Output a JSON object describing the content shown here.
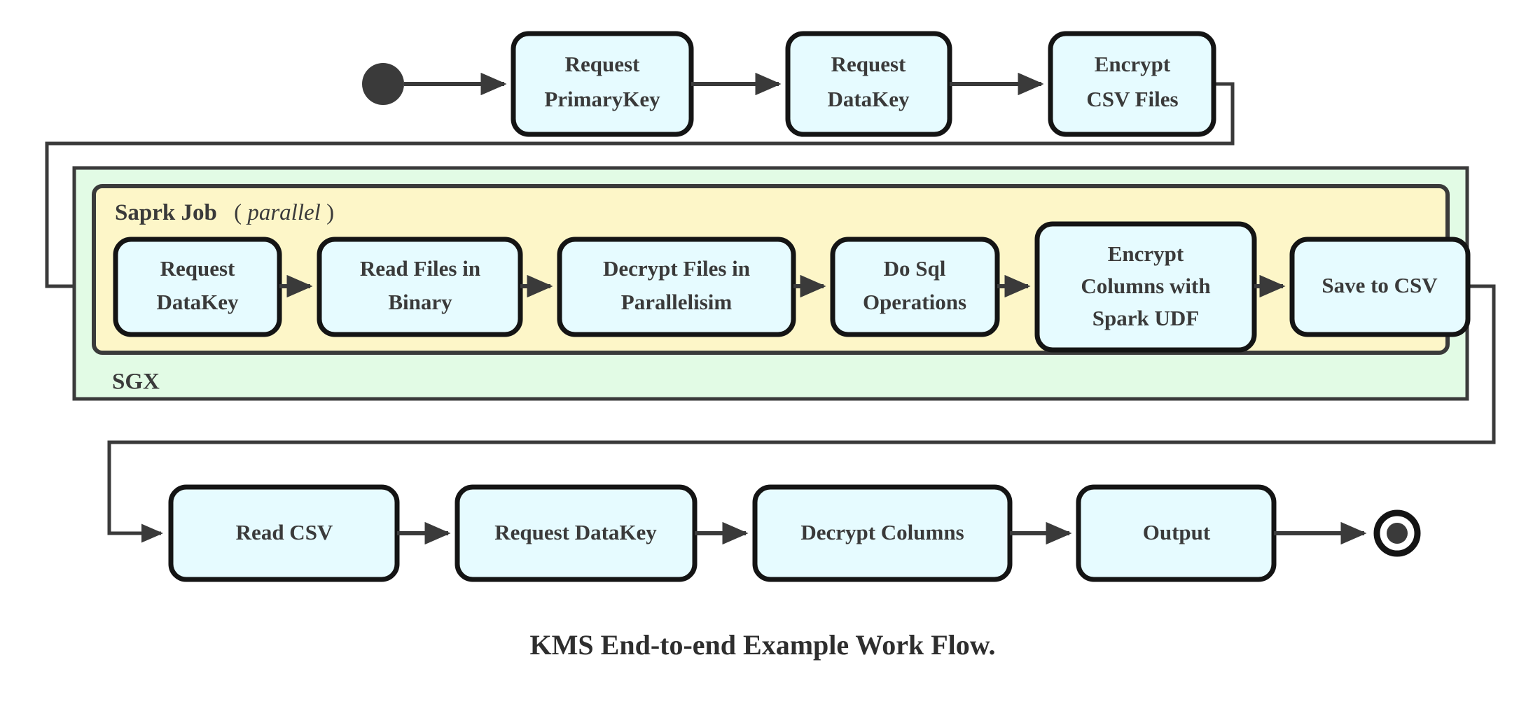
{
  "diagram": {
    "caption": "KMS End-to-end Example Work Flow.",
    "colors": {
      "node_fill": "#e6fbff",
      "node_stroke": "#141414",
      "sgx_fill": "#e2fbe5",
      "spark_fill": "#fdf6c8",
      "edge_stroke": "#3a3a3a",
      "text": "#3a3a3a",
      "background": "#ffffff"
    },
    "start_node": {
      "name": "start",
      "shape": "filled-circle"
    },
    "end_node": {
      "name": "end",
      "shape": "bullseye"
    },
    "containers": [
      {
        "id": "sgx",
        "label": "SGX",
        "label_position": "bottom-left"
      },
      {
        "id": "spark",
        "label_main": "Saprk Job",
        "label_paren_open": "(",
        "label_italic": "parallel",
        "label_paren_close": ")",
        "label_position": "top-left"
      }
    ],
    "rows": [
      {
        "id": "row-top",
        "nodes": [
          {
            "id": "request-primarykey",
            "lines": [
              "Request",
              "PrimaryKey"
            ]
          },
          {
            "id": "request-datakey-top",
            "lines": [
              "Request",
              "DataKey"
            ]
          },
          {
            "id": "encrypt-csv-files",
            "lines": [
              "Encrypt",
              "CSV Files"
            ]
          }
        ]
      },
      {
        "id": "row-spark",
        "nodes": [
          {
            "id": "request-datakey-spark",
            "lines": [
              "Request",
              "DataKey"
            ]
          },
          {
            "id": "read-files-in-binary",
            "lines": [
              "Read Files in",
              "Binary"
            ]
          },
          {
            "id": "decrypt-files-in-parallelisim",
            "lines": [
              "Decrypt Files in",
              "Parallelisim"
            ]
          },
          {
            "id": "do-sql-operations",
            "lines": [
              "Do Sql",
              "Operations"
            ]
          },
          {
            "id": "encrypt-columns-with-spark-udf",
            "lines": [
              "Encrypt",
              "Columns with",
              "Spark UDF"
            ]
          },
          {
            "id": "save-to-csv",
            "lines": [
              "Save to CSV"
            ]
          }
        ]
      },
      {
        "id": "row-bottom",
        "nodes": [
          {
            "id": "read-csv",
            "lines": [
              "Read CSV"
            ]
          },
          {
            "id": "request-datakey-bottom",
            "lines": [
              "Request DataKey"
            ]
          },
          {
            "id": "decrypt-columns",
            "lines": [
              "Decrypt Columns"
            ]
          },
          {
            "id": "output",
            "lines": [
              "Output"
            ]
          }
        ]
      }
    ],
    "edges": [
      {
        "id": "e-start-primarykey",
        "from": "start",
        "to": "request-primarykey",
        "type": "straight"
      },
      {
        "id": "e-primarykey-datakey",
        "from": "request-primarykey",
        "to": "request-datakey-top",
        "type": "straight"
      },
      {
        "id": "e-datakey-encrypt",
        "from": "request-datakey-top",
        "to": "encrypt-csv-files",
        "type": "straight"
      },
      {
        "id": "e-encrypt-sparkdatakey",
        "from": "encrypt-csv-files",
        "to": "request-datakey-spark",
        "type": "orthogonal-wrap-left"
      },
      {
        "id": "e-sparkdatakey-readbinary",
        "from": "request-datakey-spark",
        "to": "read-files-in-binary",
        "type": "straight"
      },
      {
        "id": "e-readbinary-decrypt",
        "from": "read-files-in-binary",
        "to": "decrypt-files-in-parallelisim",
        "type": "straight"
      },
      {
        "id": "e-decrypt-dosql",
        "from": "decrypt-files-in-parallelisim",
        "to": "do-sql-operations",
        "type": "straight"
      },
      {
        "id": "e-dosql-encryptcols",
        "from": "do-sql-operations",
        "to": "encrypt-columns-with-spark-udf",
        "type": "straight"
      },
      {
        "id": "e-encryptcols-savecsv",
        "from": "encrypt-columns-with-spark-udf",
        "to": "save-to-csv",
        "type": "straight"
      },
      {
        "id": "e-savecsv-readcsv",
        "from": "save-to-csv",
        "to": "read-csv",
        "type": "orthogonal-wrap-right"
      },
      {
        "id": "e-readcsv-datakey",
        "from": "read-csv",
        "to": "request-datakey-bottom",
        "type": "straight"
      },
      {
        "id": "e-datakey-decryptcols",
        "from": "request-datakey-bottom",
        "to": "decrypt-columns",
        "type": "straight"
      },
      {
        "id": "e-decryptcols-output",
        "from": "decrypt-columns",
        "to": "output",
        "type": "straight"
      },
      {
        "id": "e-output-end",
        "from": "output",
        "to": "end",
        "type": "straight"
      }
    ]
  }
}
